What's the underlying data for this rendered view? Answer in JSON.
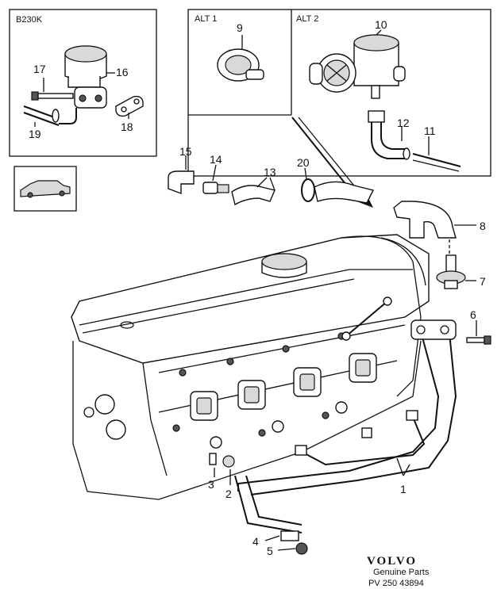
{
  "boxes": {
    "b230k": "B230K",
    "alt1": "ALT 1",
    "alt2": "ALT 2"
  },
  "callouts": {
    "n1": "1",
    "n2": "2",
    "n3": "3",
    "n4": "4",
    "n5": "5",
    "n6": "6",
    "n7": "7",
    "n8": "8",
    "n9": "9",
    "n10": "10",
    "n11": "11",
    "n12": "12",
    "n13": "13",
    "n14": "14",
    "n15": "15",
    "n16": "16",
    "n17": "17",
    "n18": "18",
    "n19": "19",
    "n20": "20"
  },
  "footer": {
    "brand": "VOLVO",
    "subtitle": "Genuine Parts",
    "code": "PV 250 43894"
  }
}
